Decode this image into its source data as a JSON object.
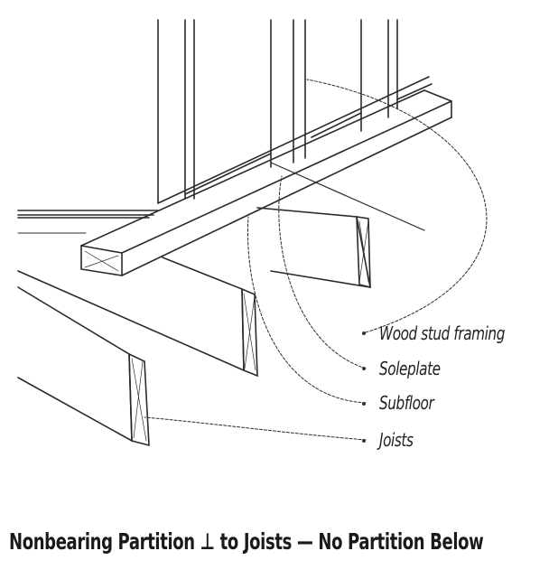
{
  "labels": {
    "wood_stud_framing": "Wood stud framing",
    "soleplate": "Soleplate",
    "subfloor": "Subfloor",
    "joists": "Joists"
  },
  "caption": "Nonbearing Partition ⊥ to Joists — No Partition Below"
}
